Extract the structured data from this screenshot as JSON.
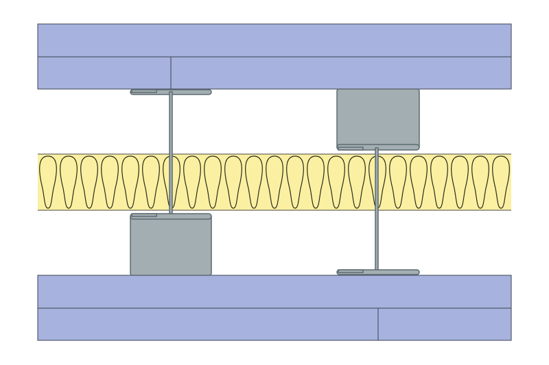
{
  "diagram": {
    "type": "wall-section",
    "colors": {
      "board": "#a7b3de",
      "board_stroke": "#3c4150",
      "insulation": "#fbf0a2",
      "insulation_stroke": "#2a2a1a",
      "steel": "#a3aeb2",
      "steel_stroke": "#5d6a70"
    },
    "components": [
      "plasterboard-top-outer",
      "plasterboard-top-inner",
      "stud-left",
      "channel-left",
      "insulation",
      "channel-right",
      "stud-right",
      "plasterboard-bottom-inner",
      "plasterboard-bottom-outer"
    ]
  }
}
